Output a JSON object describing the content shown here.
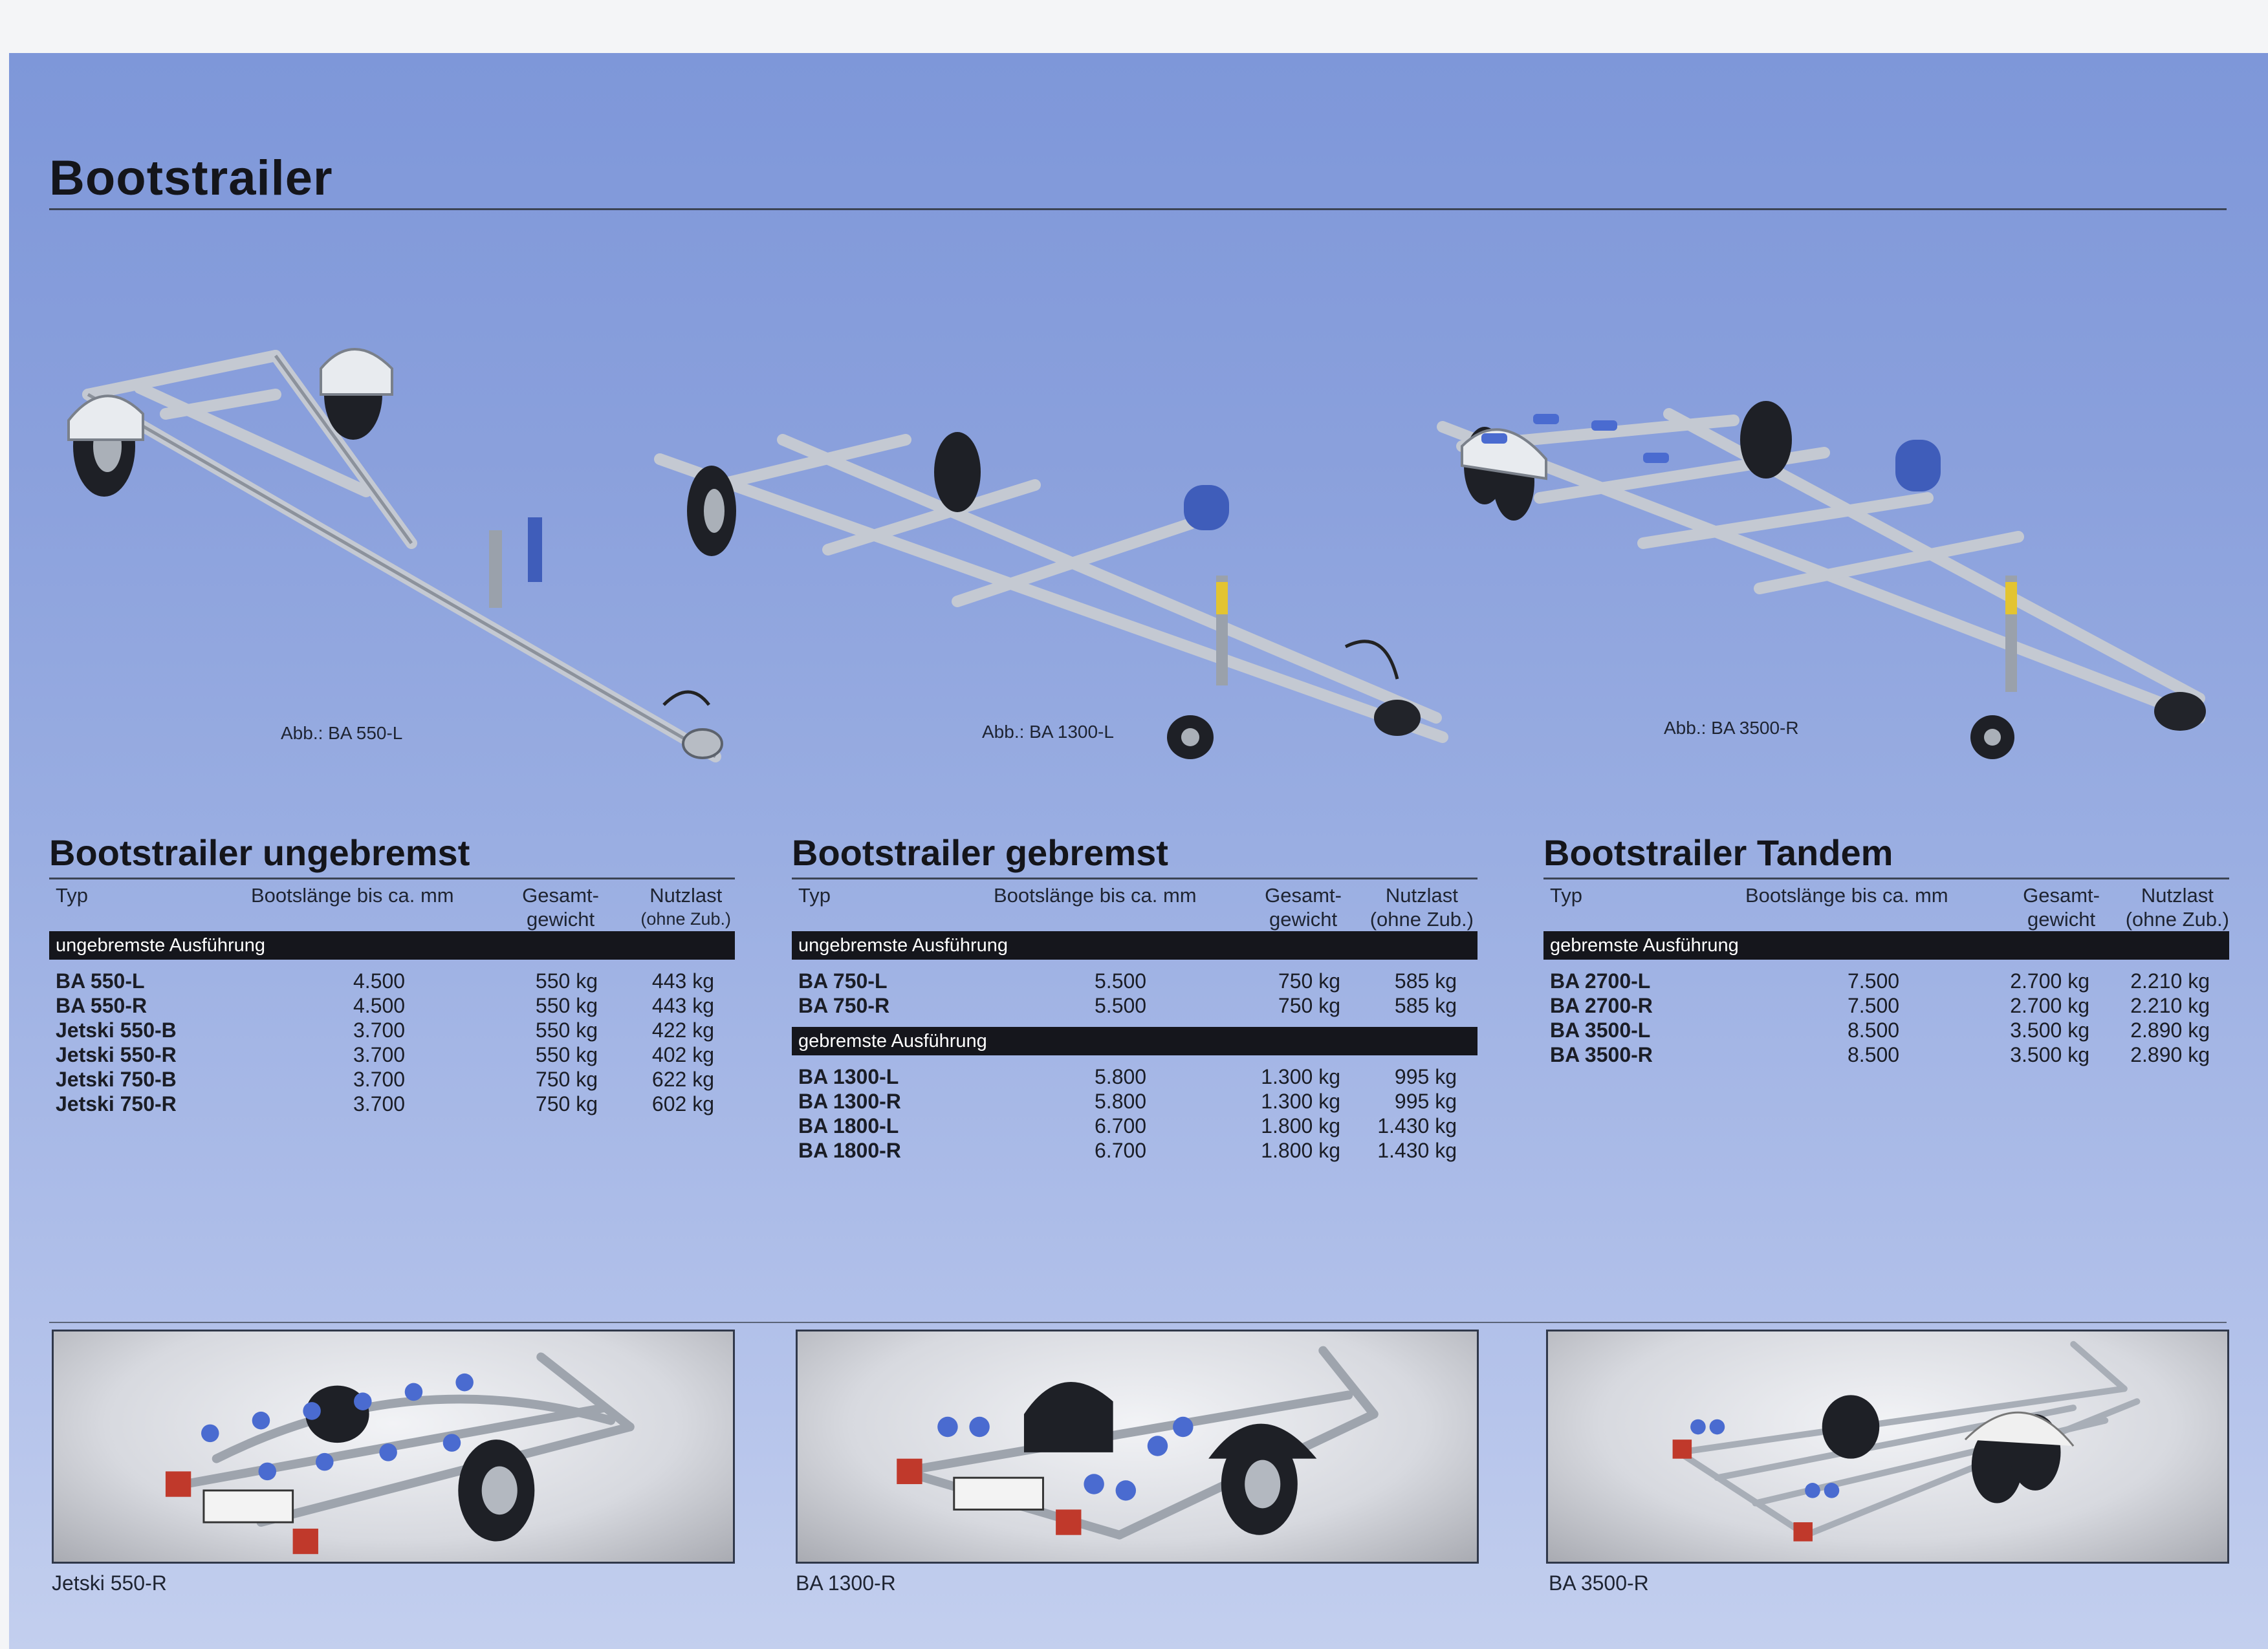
{
  "page_title": "Bootstrailer",
  "heroes": [
    {
      "caption": "Abb.: BA 550-L",
      "icon": "boat-trailer-single-axle-icon"
    },
    {
      "caption": "Abb.: BA 1300-L",
      "icon": "boat-trailer-braked-icon"
    },
    {
      "caption": "Abb.: BA 3500-R",
      "icon": "boat-trailer-tandem-icon"
    }
  ],
  "columns": {
    "typ": "Typ",
    "length": "Bootslänge bis ca. mm",
    "weight_1": "Gesamt-",
    "weight_2": "gewicht",
    "payload_1": "Nutzlast",
    "payload_2": "(ohne Zub.)"
  },
  "sections": [
    {
      "title": "Bootstrailer ungebremst",
      "groups": [
        {
          "band": "ungebremste Ausführung",
          "rows": [
            {
              "typ": "BA 550-L",
              "length": "4.500",
              "weight": "550 kg",
              "payload": "443 kg"
            },
            {
              "typ": "BA 550-R",
              "length": "4.500",
              "weight": "550 kg",
              "payload": "443 kg"
            },
            {
              "typ": "Jetski 550-B",
              "length": "3.700",
              "weight": "550 kg",
              "payload": "422 kg"
            },
            {
              "typ": "Jetski 550-R",
              "length": "3.700",
              "weight": "550 kg",
              "payload": "402 kg"
            },
            {
              "typ": "Jetski 750-B",
              "length": "3.700",
              "weight": "750 kg",
              "payload": "622 kg"
            },
            {
              "typ": "Jetski 750-R",
              "length": "3.700",
              "weight": "750 kg",
              "payload": "602 kg"
            }
          ]
        }
      ]
    },
    {
      "title": "Bootstrailer gebremst",
      "groups": [
        {
          "band": "ungebremste Ausführung",
          "rows": [
            {
              "typ": "BA 750-L",
              "length": "5.500",
              "weight": "750 kg",
              "payload": "585 kg"
            },
            {
              "typ": "BA 750-R",
              "length": "5.500",
              "weight": "750 kg",
              "payload": "585 kg"
            }
          ]
        },
        {
          "band": "gebremste Ausführung",
          "rows": [
            {
              "typ": "BA 1300-L",
              "length": "5.800",
              "weight": "1.300 kg",
              "payload": "995 kg"
            },
            {
              "typ": "BA 1300-R",
              "length": "5.800",
              "weight": "1.300 kg",
              "payload": "995 kg"
            },
            {
              "typ": "BA 1800-L",
              "length": "6.700",
              "weight": "1.800 kg",
              "payload": "1.430 kg"
            },
            {
              "typ": "BA 1800-R",
              "length": "6.700",
              "weight": "1.800 kg",
              "payload": "1.430 kg"
            }
          ]
        }
      ]
    },
    {
      "title": "Bootstrailer Tandem",
      "groups": [
        {
          "band": "gebremste Ausführung",
          "rows": [
            {
              "typ": "BA 2700-L",
              "length": "7.500",
              "weight": "2.700 kg",
              "payload": "2.210 kg"
            },
            {
              "typ": "BA 2700-R",
              "length": "7.500",
              "weight": "2.700 kg",
              "payload": "2.210 kg"
            },
            {
              "typ": "BA 3500-L",
              "length": "8.500",
              "weight": "3.500 kg",
              "payload": "2.890 kg"
            },
            {
              "typ": "BA 3500-R",
              "length": "8.500",
              "weight": "3.500 kg",
              "payload": "2.890 kg"
            }
          ]
        }
      ]
    }
  ],
  "photos": [
    {
      "caption": "Jetski 550-R",
      "icon": "jetski-trailer-photo-icon"
    },
    {
      "caption": "BA 1300-R",
      "icon": "boat-trailer-rear-photo-icon"
    },
    {
      "caption": "BA 3500-R",
      "icon": "tandem-trailer-rear-photo-icon"
    }
  ],
  "colors": {
    "background": "#8aa0dc",
    "band": "#15161c",
    "text": "#14151b"
  }
}
